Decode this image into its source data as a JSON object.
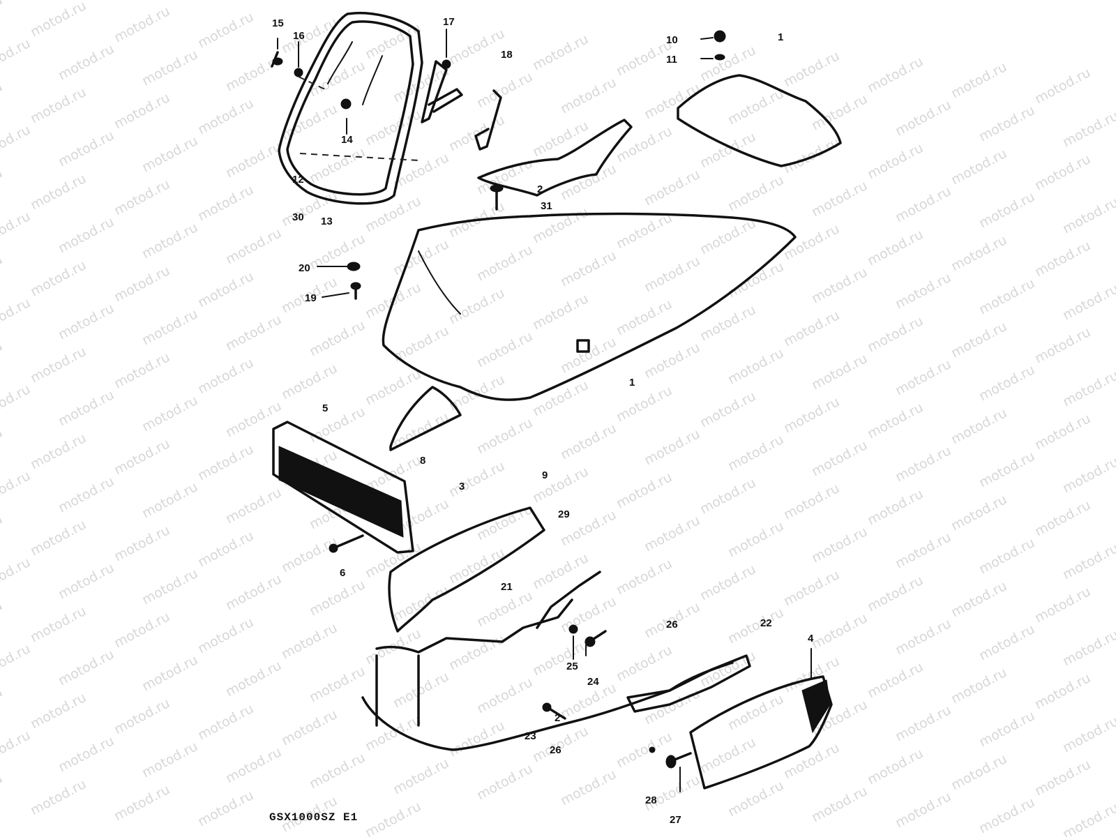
{
  "watermark": "motod.ru",
  "model_code": "GSX1000SZ E1",
  "callouts": [
    {
      "id": "c1",
      "text": "1"
    },
    {
      "id": "c1b",
      "text": "1"
    },
    {
      "id": "c2",
      "text": "2"
    },
    {
      "id": "c2b",
      "text": "2"
    },
    {
      "id": "c3",
      "text": "3"
    },
    {
      "id": "c4",
      "text": "4"
    },
    {
      "id": "c5",
      "text": "5"
    },
    {
      "id": "c6",
      "text": "6"
    },
    {
      "id": "c8",
      "text": "8"
    },
    {
      "id": "c9",
      "text": "9"
    },
    {
      "id": "c10",
      "text": "10"
    },
    {
      "id": "c11",
      "text": "11"
    },
    {
      "id": "c12",
      "text": "12"
    },
    {
      "id": "c13",
      "text": "13"
    },
    {
      "id": "c14",
      "text": "14"
    },
    {
      "id": "c15",
      "text": "15"
    },
    {
      "id": "c16",
      "text": "16"
    },
    {
      "id": "c17",
      "text": "17"
    },
    {
      "id": "c18",
      "text": "18"
    },
    {
      "id": "c19",
      "text": "19"
    },
    {
      "id": "c20",
      "text": "20"
    },
    {
      "id": "c21",
      "text": "21"
    },
    {
      "id": "c22",
      "text": "22"
    },
    {
      "id": "c23",
      "text": "23"
    },
    {
      "id": "c24",
      "text": "24"
    },
    {
      "id": "c25",
      "text": "25"
    },
    {
      "id": "c26",
      "text": "26"
    },
    {
      "id": "c26b",
      "text": "26"
    },
    {
      "id": "c27",
      "text": "27"
    },
    {
      "id": "c28",
      "text": "28"
    },
    {
      "id": "c29",
      "text": "29"
    },
    {
      "id": "c30",
      "text": "30"
    },
    {
      "id": "c31",
      "text": "31"
    }
  ]
}
